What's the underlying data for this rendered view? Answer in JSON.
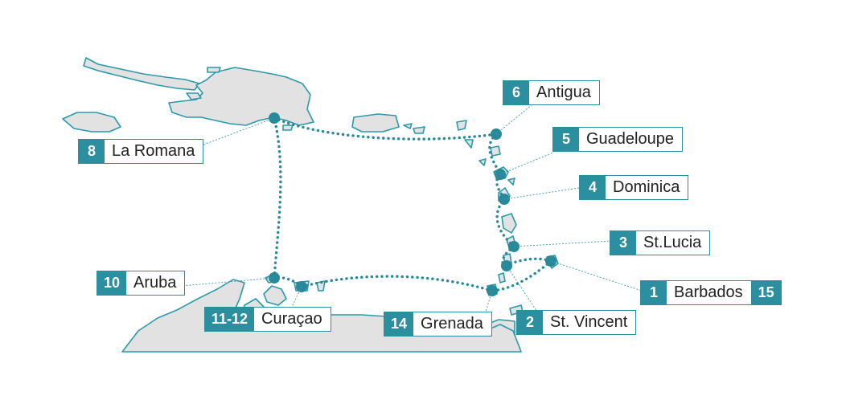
{
  "ports": [
    {
      "id": "antigua",
      "number": "6",
      "name": "Antigua"
    },
    {
      "id": "guadeloupe",
      "number": "5",
      "name": "Guadeloupe"
    },
    {
      "id": "dominica",
      "number": "4",
      "name": "Dominica"
    },
    {
      "id": "stlucia",
      "number": "3",
      "name": "St.Lucia"
    },
    {
      "id": "barbados",
      "number": "1",
      "name": "Barbados",
      "number_end": "15"
    },
    {
      "id": "stvincent",
      "number": "2",
      "name": "St. Vincent"
    },
    {
      "id": "grenada",
      "number": "14",
      "name": "Grenada"
    },
    {
      "id": "curacao",
      "number": "11-12",
      "name": "Curaçao"
    },
    {
      "id": "aruba",
      "number": "10",
      "name": "Aruba"
    },
    {
      "id": "laromana",
      "number": "8",
      "name": "La Romana"
    }
  ],
  "colors": {
    "route": "#27899a",
    "label_fill": "#2b8f9f",
    "land": "#e2e2e2",
    "coast": "#2a9aaa"
  }
}
